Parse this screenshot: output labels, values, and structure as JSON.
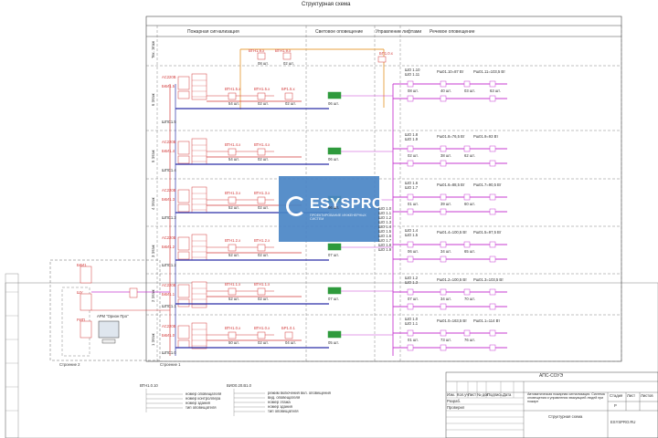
{
  "title": "Структурная схема",
  "columns": [
    "Пожарная сигнализация",
    "Световое оповещение",
    "Управление лифтами",
    "Речевое оповещение"
  ],
  "floors": [
    "Тех. Этаж",
    "6 Этаж",
    "5 Этаж",
    "4 Этаж",
    "3 Этаж",
    "2 Этаж",
    "1 Этаж"
  ],
  "rows": [
    {
      "floor": "Тех. Этаж",
      "detectors": [
        {
          "name": "ВТН1.9.х",
          "count": "08 шт."
        },
        {
          "name": "ВТН1.9.х",
          "count": "02 шт."
        }
      ],
      "lift": "БП1.0.х"
    },
    {
      "floor": "6 Этаж",
      "power": "АС220В",
      "bki": "БКИ1.5",
      "shps": "ШПС1.5",
      "devices": [
        "ВТН1.5.х",
        "ВТН1.5.х",
        "БР1.5.х"
      ],
      "counts": [
        "54 шт.",
        "02 шт.",
        "02 шт."
      ],
      "light": "06 шт.",
      "speakers": "ШО 1.10",
      "speakers2": "ШО 1.11",
      "zone": "Рш01.10=87 Вт",
      "zone2": "Рш01.11=103,5 Вт",
      "spk_counts": [
        "08 шт.",
        "40 шт.",
        "03 шт.",
        "63 шт."
      ]
    },
    {
      "floor": "5 Этаж",
      "power": "АС220В",
      "bki": "БКИ1.4",
      "shps": "ШПС1.4",
      "devices": [
        "ВТН1.4.х",
        "ВТН1.4.х"
      ],
      "counts": [
        "54 шт.",
        "02 шт."
      ],
      "light": "06 шт.",
      "speakers": "ШО 1.8",
      "speakers2": "ШО 1.9",
      "zone": "Рш01.8=76,5 Вт",
      "zone2": "Рш01.9=93 Вт",
      "spk_counts": [
        "02 шт.",
        "38 шт.",
        "62 шт."
      ]
    },
    {
      "floor": "4 Этаж",
      "power": "АС220В",
      "bki": "БКИ1.3",
      "shps": "ШПС1.3",
      "devices": [
        "ВТН1.3.х",
        "ВТН1.3.х"
      ],
      "counts": [
        "52 шт.",
        "02 шт."
      ],
      "light": "06 шт.",
      "speakers": "ШО 1.6",
      "speakers2": "ШО 1.7",
      "zone": "Рш01.6=88,5 Вт",
      "zone2": "Рш01.7=90,5 Вт",
      "spk_counts": [
        "01 шт.",
        "39 шт.",
        "60 шт."
      ]
    },
    {
      "floor": "3 Этаж",
      "power": "АС220В",
      "bki": "БКИ1.2",
      "shps": "ШПС1.2",
      "devices": [
        "ВТН1.2.х",
        "ВТН1.2.х"
      ],
      "counts": [
        "52 шт.",
        "02 шт."
      ],
      "light": "07 шт.",
      "speakers": "ШО 1.4",
      "speakers2": "ШО 1.5",
      "zone": "Рш01.4=100,5 Вт",
      "zone2": "Рш01.5=97,5 Вт",
      "spk_counts": [
        "06 шт.",
        "34 шт.",
        "65 шт."
      ]
    },
    {
      "floor": "2 Этаж",
      "power": "АС220В",
      "bki": "БКИ1.1",
      "shps": "ШПС1.1",
      "devices": [
        "ВТН1.1.х",
        "ВТН1.1.х"
      ],
      "counts": [
        "52 шт.",
        "02 шт."
      ],
      "light": "07 шт.",
      "speakers": "ШО 1.2",
      "speakers2": "ШО 1.3",
      "zone": "Рш01.2=100,5 Вт",
      "zone2": "Рш01.3=103,5 Вт",
      "spk_counts": [
        "07 шт.",
        "34 шт.",
        "70 шт."
      ]
    },
    {
      "floor": "1 Этаж",
      "power": "АС220В",
      "bki": "БКИ1.0",
      "shps": "ШПС1.0",
      "devices": [
        "ВТН1.0.х",
        "ВТН1.0.х",
        "БР1.0.1"
      ],
      "counts": [
        "50 шт.",
        "02 шт.",
        "04 шт."
      ],
      "light": "05 шт.",
      "speakers": "ШО 1.0",
      "speakers2": "ШО 1.1",
      "zone": "Рш01.0=163,5 Вт",
      "zone2": "Рш01.1=114 Вт",
      "spk_counts": [
        "01 шт.",
        "73 шт.",
        "76 шт."
      ]
    }
  ],
  "middle_speaker_list": [
    "ШО 1.0",
    "ШО 1.1",
    "ШО 1.2",
    "ШО 1.3",
    "ШО 1.4",
    "ШО 1.5",
    "ШО 1.6",
    "ШО 1.7",
    "ШО 1.8",
    "ШО 1.9"
  ],
  "building1": "Строение 1",
  "building2": "Строение 2",
  "arm": "АРМ \"Орион Про\"",
  "stack_labels": [
    "БКИ1",
    "ШУ",
    "РИП"
  ],
  "legend": {
    "left_code": "ВТН1.0.10",
    "left_items": [
      "номер оповещателя",
      "номер контроллера",
      "номер здания",
      "тип оповещателя"
    ],
    "right_code": "ВИО0.20.В1.0",
    "right_items": [
      "режим включения вкл. оповещения",
      "вид. оповещателя",
      "номер этажа",
      "номер здания",
      "тип оповещателя"
    ]
  },
  "stamp": {
    "project": "АПС-СОУЭ",
    "description": "Автоматическая пожарная сигнализация. Система оповещения и управления эвакуацией людей при пожаре",
    "stage_head": "Стадия",
    "sheet_head": "Лист",
    "sheets_head": "Листов",
    "stage": "Р",
    "doc_title": "Структурная схема",
    "company": "ESYSPRO.RU",
    "cols": [
      "Изм.",
      "Кол.уч",
      "Лист",
      "№ док",
      "Подпись",
      "Дата"
    ],
    "roles": [
      "Разраб.",
      "Проверил"
    ]
  },
  "watermark": {
    "name": "ESYSPRO",
    "tagline": "ПРОЕКТИРОВАНИЕ ИНЖЕНЕРНЫХ СИСТЕМ"
  },
  "colors": {
    "fire_loop": "#d23a3a",
    "power_line": "#2a2fa8",
    "speech_line": "#c73bd1",
    "lift_line": "#e8a040",
    "light_box": "#2e9a3c",
    "watermark": "#4a86c6"
  }
}
